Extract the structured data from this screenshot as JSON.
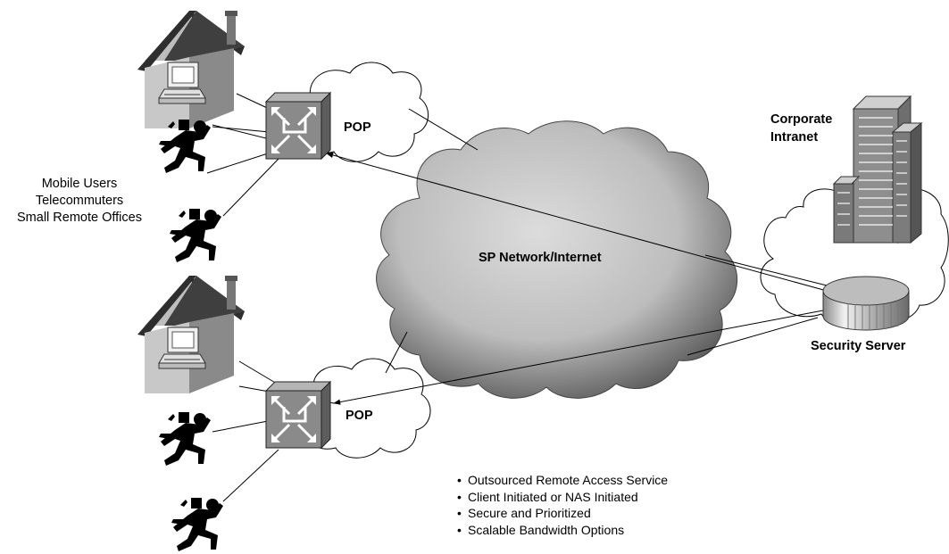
{
  "labels": {
    "users": [
      "Mobile Users",
      "Telecommuters",
      "Small Remote Offices"
    ],
    "pop_top": "POP",
    "pop_bottom": "POP",
    "network": "SP Network/Internet",
    "corporate": [
      "Corporate",
      "Intranet"
    ],
    "security_server": "Security Server"
  },
  "features": [
    "Outsourced Remote Access Service",
    "Client Initiated or NAS Initiated",
    "Secure and Prioritized",
    "Scalable Bandwidth Options"
  ],
  "colors": {
    "cloud_fill": "#c4c4c4",
    "cloud_shadow": "#555555",
    "house_roof": "#3d3d3d",
    "house_wall": "#c8c8c8",
    "router": "#8a8a8a",
    "figure": "#000000",
    "building": "#8e8e8e"
  },
  "icons": {
    "house": "house-with-computer-icon",
    "router": "router-icon",
    "user": "running-man-icon",
    "building": "office-building-icon",
    "server": "security-server-icon",
    "cloud": "cloud-icon"
  }
}
